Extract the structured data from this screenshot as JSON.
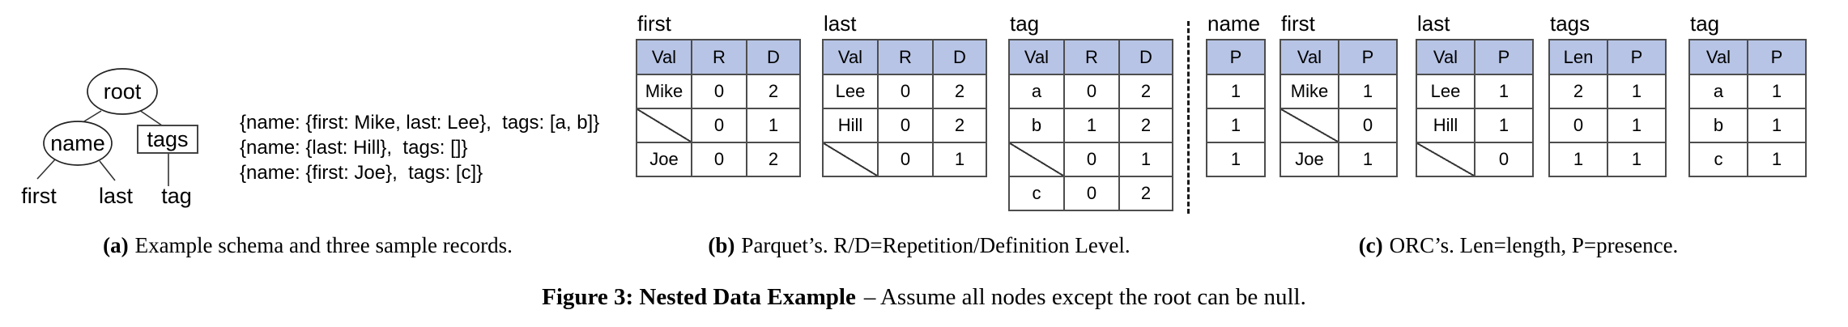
{
  "colors": {
    "header_fill": "#b7c4e5",
    "table_border": "#4d4d4d"
  },
  "schema_tree": {
    "root": "root",
    "name": "name",
    "tags": "tags",
    "first": "first",
    "last": "last",
    "tag": "tag"
  },
  "records": [
    "{name: {first: Mike, last: Lee},  tags: [a, b]}",
    "{name: {last: Hill},  tags: []}",
    "{name: {first: Joe},  tags: [c]}"
  ],
  "parquet_tables": [
    {
      "title": "first",
      "columns": [
        "Val",
        "R",
        "D"
      ],
      "rows": [
        [
          "Mike",
          "0",
          "2"
        ],
        [
          null,
          "0",
          "1"
        ],
        [
          "Joe",
          "0",
          "2"
        ]
      ]
    },
    {
      "title": "last",
      "columns": [
        "Val",
        "R",
        "D"
      ],
      "rows": [
        [
          "Lee",
          "0",
          "2"
        ],
        [
          "Hill",
          "0",
          "2"
        ],
        [
          null,
          "0",
          "1"
        ]
      ]
    },
    {
      "title": "tag",
      "columns": [
        "Val",
        "R",
        "D"
      ],
      "rows": [
        [
          "a",
          "0",
          "2"
        ],
        [
          "b",
          "1",
          "2"
        ],
        [
          null,
          "0",
          "1"
        ],
        [
          "c",
          "0",
          "2"
        ]
      ]
    }
  ],
  "orc_tables": [
    {
      "title": "name",
      "columns": [
        "P"
      ],
      "rows": [
        [
          "1"
        ],
        [
          "1"
        ],
        [
          "1"
        ]
      ]
    },
    {
      "title": "first",
      "columns": [
        "Val",
        "P"
      ],
      "rows": [
        [
          "Mike",
          "1"
        ],
        [
          null,
          "0"
        ],
        [
          "Joe",
          "1"
        ]
      ]
    },
    {
      "title": "last",
      "columns": [
        "Val",
        "P"
      ],
      "rows": [
        [
          "Lee",
          "1"
        ],
        [
          "Hill",
          "1"
        ],
        [
          null,
          "0"
        ]
      ]
    },
    {
      "title": "tags",
      "columns": [
        "Len",
        "P"
      ],
      "rows": [
        [
          "2",
          "1"
        ],
        [
          "0",
          "1"
        ],
        [
          "1",
          "1"
        ]
      ]
    },
    {
      "title": "tag",
      "columns": [
        "Val",
        "P"
      ],
      "rows": [
        [
          "a",
          "1"
        ],
        [
          "b",
          "1"
        ],
        [
          "c",
          "1"
        ]
      ]
    }
  ],
  "captions": {
    "a_label": "(a)",
    "a_text": "Example schema and three sample records.",
    "b_label": "(b)",
    "b_text": "Parquet’s. R/D=Repetition/Definition Level.",
    "c_label": "(c)",
    "c_text": "ORC’s. Len=length, P=presence.",
    "figure_bold": "Figure 3: Nested Data Example",
    "figure_rest": "– Assume all nodes except the root can be null."
  }
}
